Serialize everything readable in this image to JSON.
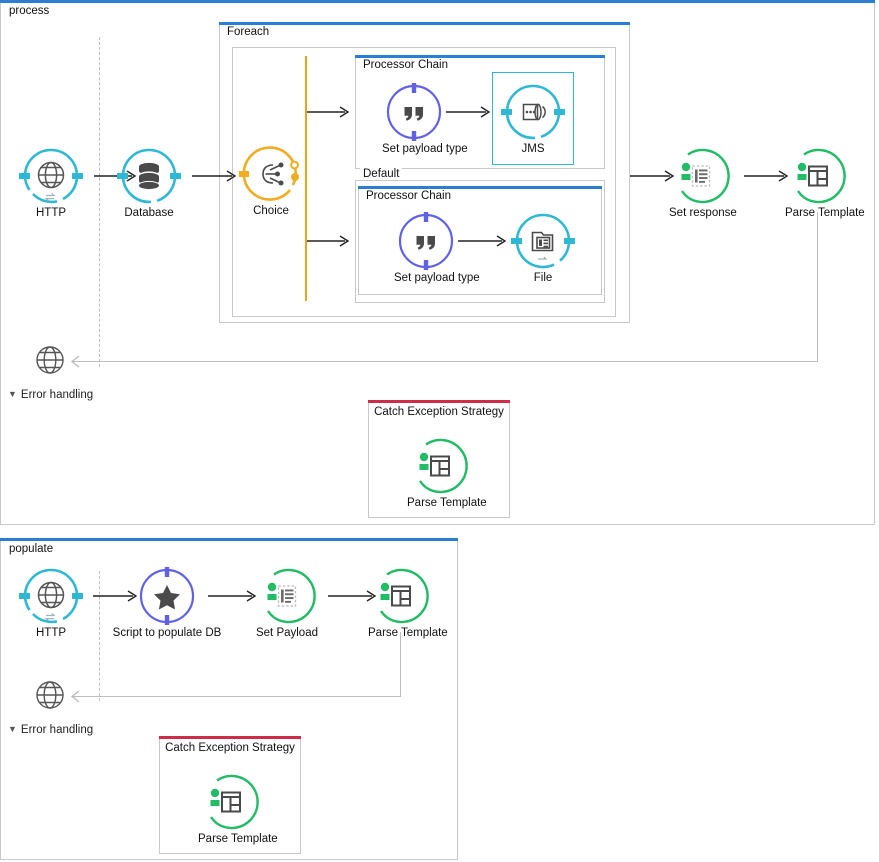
{
  "flows": [
    {
      "name": "process",
      "title": "process",
      "error_handling_label": "Error handling",
      "nodes": [
        {
          "id": "http-in",
          "label": "HTTP",
          "icon": "globe-icon",
          "color": "#2eb8d4",
          "kind": "endpoint"
        },
        {
          "id": "database",
          "label": "Database",
          "icon": "database-icon",
          "color": "#2eb8d4",
          "kind": "connector"
        },
        {
          "id": "choice",
          "label": "Choice",
          "icon": "choice-icon",
          "color": "#f0ad22",
          "kind": "router"
        },
        {
          "id": "set-payload-type-1",
          "label": "Set payload type",
          "icon": "quote-icon",
          "color": "#6161e8",
          "kind": "transformer"
        },
        {
          "id": "jms",
          "label": "JMS",
          "icon": "jms-icon",
          "color": "#2eb8d4",
          "kind": "connector",
          "selected": true
        },
        {
          "id": "set-payload-type-2",
          "label": "Set payload type",
          "icon": "quote-icon",
          "color": "#6161e8",
          "kind": "transformer"
        },
        {
          "id": "file",
          "label": "File",
          "icon": "file-icon",
          "color": "#2eb8d4",
          "kind": "connector"
        },
        {
          "id": "set-response",
          "label": "Set response",
          "icon": "set-response-icon",
          "color": "#22bb66",
          "kind": "transformer"
        },
        {
          "id": "parse-template",
          "label": "Parse Template",
          "icon": "parse-template-icon",
          "color": "#22bb66",
          "kind": "transformer"
        }
      ],
      "scopes": [
        {
          "id": "foreach",
          "title": "Foreach",
          "style": "blue"
        },
        {
          "id": "processor-chain-1",
          "title": "Processor Chain",
          "style": "blue"
        },
        {
          "id": "processor-chain-2",
          "title": "Processor Chain",
          "style": "blue"
        },
        {
          "id": "default-branch",
          "title": "Default",
          "style": "plain"
        }
      ],
      "error_handling": {
        "catch_title": "Catch Exception Strategy",
        "nodes": [
          {
            "id": "catch-parse-template",
            "label": "Parse Template",
            "icon": "parse-template-icon",
            "color": "#22bb66"
          }
        ]
      }
    },
    {
      "name": "populate",
      "title": "populate",
      "error_handling_label": "Error handling",
      "nodes": [
        {
          "id": "http-in-2",
          "label": "HTTP",
          "icon": "globe-icon",
          "color": "#2eb8d4",
          "kind": "endpoint"
        },
        {
          "id": "script-populate-db",
          "label": "Script to populate DB",
          "icon": "star-icon",
          "color": "#6161e8",
          "kind": "component"
        },
        {
          "id": "set-payload",
          "label": "Set Payload",
          "icon": "set-response-icon",
          "color": "#22bb66",
          "kind": "transformer"
        },
        {
          "id": "parse-template-2",
          "label": "Parse Template",
          "icon": "parse-template-icon",
          "color": "#22bb66",
          "kind": "transformer"
        }
      ],
      "error_handling": {
        "catch_title": "Catch Exception Strategy",
        "nodes": [
          {
            "id": "catch-parse-template-2",
            "label": "Parse Template",
            "icon": "parse-template-icon",
            "color": "#22bb66"
          }
        ]
      }
    }
  ],
  "colors": {
    "flow_header": "#2a7fd4",
    "catch_header": "#cf2c48",
    "connector_teal": "#2eb8d4",
    "transformer_green": "#22bb66",
    "component_purple": "#6161e8",
    "router_amber": "#f0ad22",
    "border_gray": "#c8c8c8",
    "connector_line": "#222222"
  }
}
